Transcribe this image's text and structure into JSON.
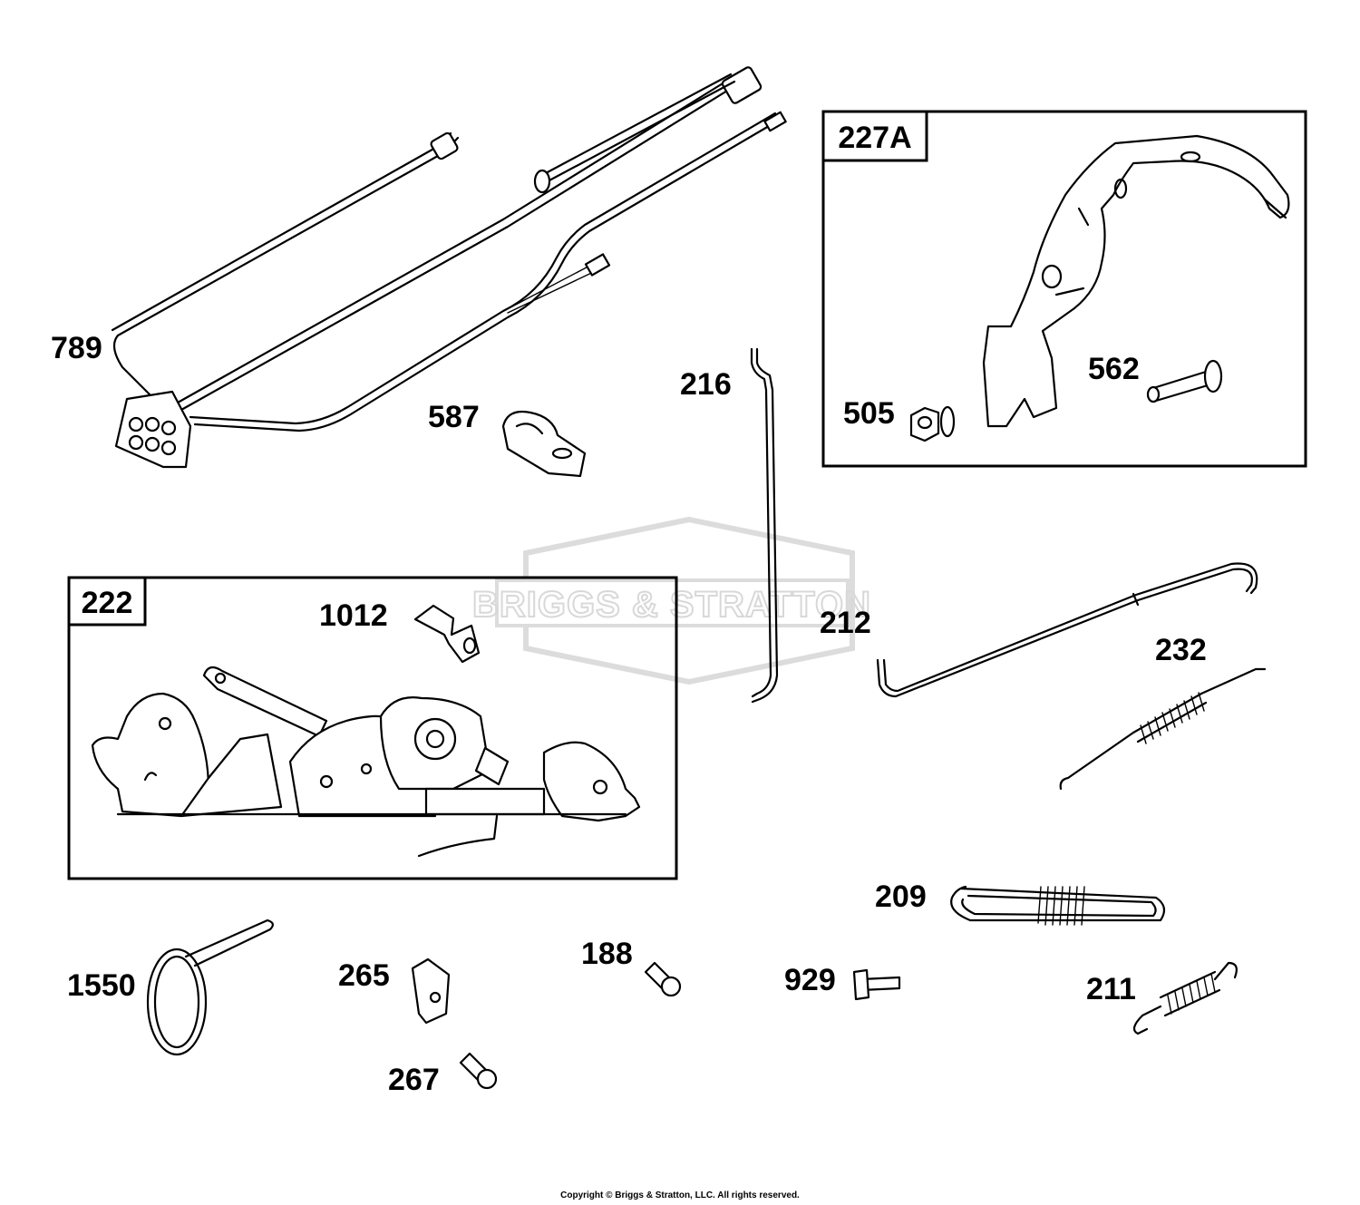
{
  "watermark": {
    "text": "BRIGGS & STRATTON"
  },
  "boxes": [
    {
      "id": "box-222",
      "label": "222"
    },
    {
      "id": "box-227a",
      "label": "227A"
    }
  ],
  "parts": [
    {
      "id": "789",
      "label": "789"
    },
    {
      "id": "587",
      "label": "587"
    },
    {
      "id": "216",
      "label": "216"
    },
    {
      "id": "505",
      "label": "505"
    },
    {
      "id": "562",
      "label": "562"
    },
    {
      "id": "1012",
      "label": "1012"
    },
    {
      "id": "212",
      "label": "212"
    },
    {
      "id": "232",
      "label": "232"
    },
    {
      "id": "209",
      "label": "209"
    },
    {
      "id": "1550",
      "label": "1550"
    },
    {
      "id": "265",
      "label": "265"
    },
    {
      "id": "188",
      "label": "188"
    },
    {
      "id": "929",
      "label": "929"
    },
    {
      "id": "211",
      "label": "211"
    },
    {
      "id": "267",
      "label": "267"
    }
  ],
  "copyright": "Copyright © Briggs & Stratton, LLC. All rights reserved."
}
